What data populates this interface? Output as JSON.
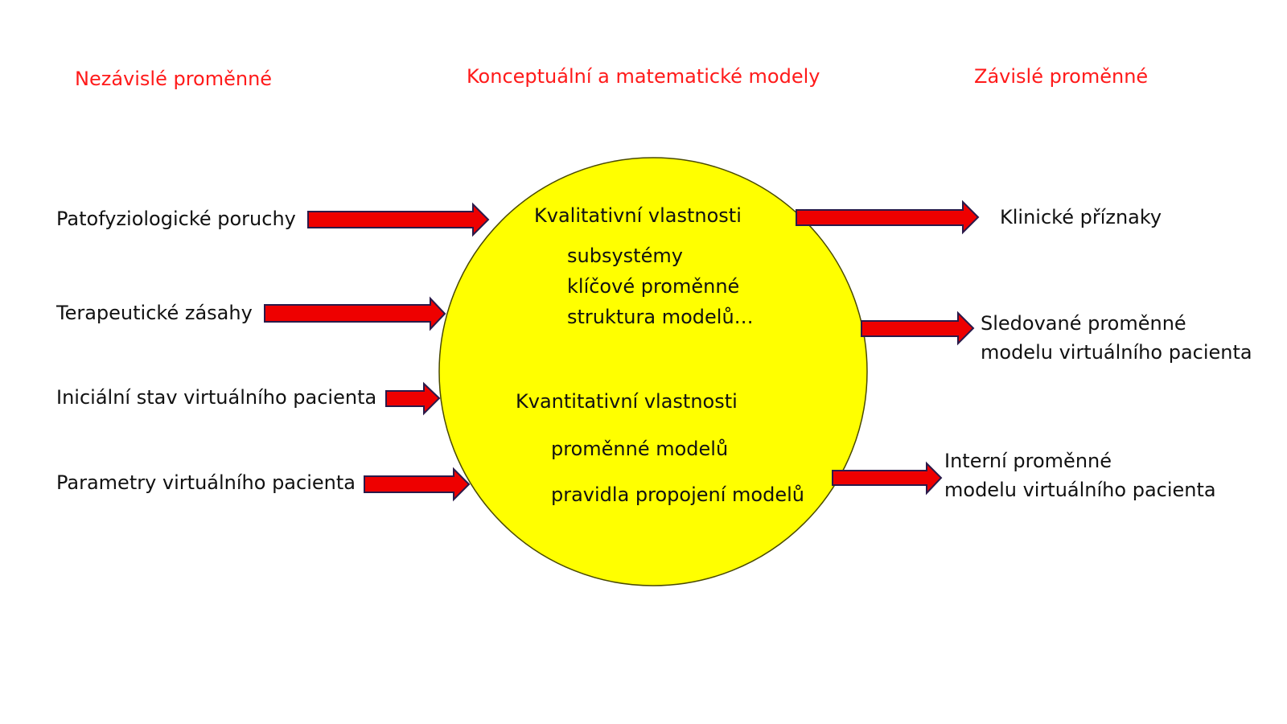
{
  "headings": {
    "independent": "Nezávislé proměnné",
    "models": "Konceptuální a matematické modely",
    "dependent": "Závislé proměnné"
  },
  "inputs": [
    "Patofyziologické poruchy",
    "Terapeutické zásahy",
    "Iniciální stav virtuálního pacienta",
    "Parametry virtuálního pacienta"
  ],
  "circle": {
    "qualitative_title": "Kvalitativní vlastnosti",
    "qualitative_items": [
      "subsystémy",
      "klíčové proměnné",
      "struktura modelů…"
    ],
    "quantitative_title": "Kvantitativní vlastnosti",
    "quantitative_items": [
      "proměnné modelů",
      "pravidla propojení modelů"
    ]
  },
  "outputs": {
    "clinical": "Klinické příznaky",
    "monitored": [
      "Sledované proměnné",
      "modelu virtuálního pacienta"
    ],
    "internal": [
      "Interní proměnné",
      "modelu virtuálního pacienta"
    ]
  },
  "colors": {
    "heading": "#ff1a1a",
    "circle_fill": "#ffff00",
    "circle_stroke": "#4a4a00",
    "arrow_fill": "#ee0000",
    "arrow_stroke": "#2a1a4a"
  }
}
